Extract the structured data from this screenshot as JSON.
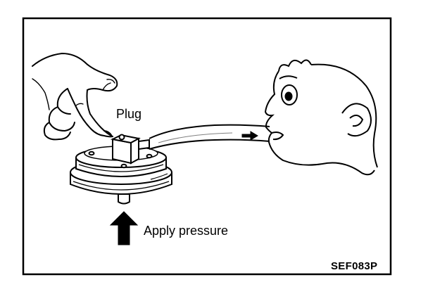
{
  "labels": {
    "plug": "Plug",
    "apply_pressure": "Apply pressure",
    "figure_code": "SEF083P"
  },
  "icons": {
    "hand": "pointing-hand-icon",
    "device": "diaphragm-device-icon",
    "hose": "hose-icon",
    "head": "cartoon-head-icon",
    "airflow_arrow": "arrow-right-icon",
    "pressure_arrow": "arrow-up-icon"
  },
  "colors": {
    "ink": "#000000",
    "paper": "#ffffff"
  }
}
